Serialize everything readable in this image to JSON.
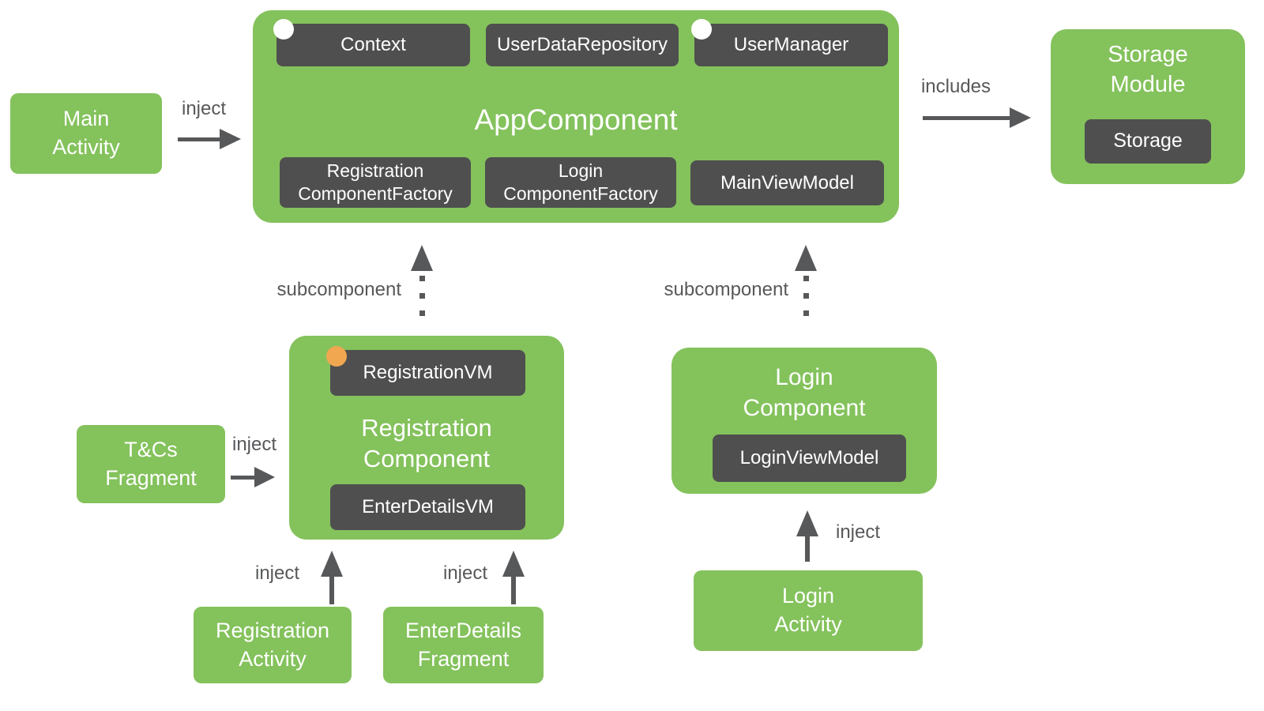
{
  "colors": {
    "green": "#84C25C",
    "dark": "#4F4F4F",
    "gray": "#57585A",
    "orange": "#F0A750",
    "white": "#FFFFFF",
    "background": "#FFFFFF"
  },
  "nodes": {
    "main_activity": {
      "label": "Main\nActivity"
    },
    "app_component": {
      "title": "AppComponent",
      "context": "Context",
      "user_data_repository": "UserDataRepository",
      "user_manager": "UserManager",
      "registration_component_factory": "Registration\nComponentFactory",
      "login_component_factory": "Login\nComponentFactory",
      "main_view_model": "MainViewModel"
    },
    "storage_module": {
      "title": "Storage\nModule",
      "storage": "Storage"
    },
    "registration_component": {
      "title": "Registration\nComponent",
      "registration_vm": "RegistrationVM",
      "enter_details_vm": "EnterDetailsVM"
    },
    "login_component": {
      "title": "Login\nComponent",
      "login_view_model": "LoginViewModel"
    },
    "tcs_fragment": {
      "label": "T&Cs\nFragment"
    },
    "registration_activity": {
      "label": "Registration\nActivity"
    },
    "enterdetails_fragment": {
      "label": "EnterDetails\nFragment"
    },
    "login_activity": {
      "label": "Login\nActivity"
    }
  },
  "edges": {
    "main_to_app": "inject",
    "app_to_storage": "includes",
    "registration_subcomponent": "subcomponent",
    "login_subcomponent": "subcomponent",
    "tcs_to_registration": "inject",
    "registration_activity_to_component": "inject",
    "enterdetails_to_component": "inject",
    "login_activity_to_component": "inject"
  }
}
